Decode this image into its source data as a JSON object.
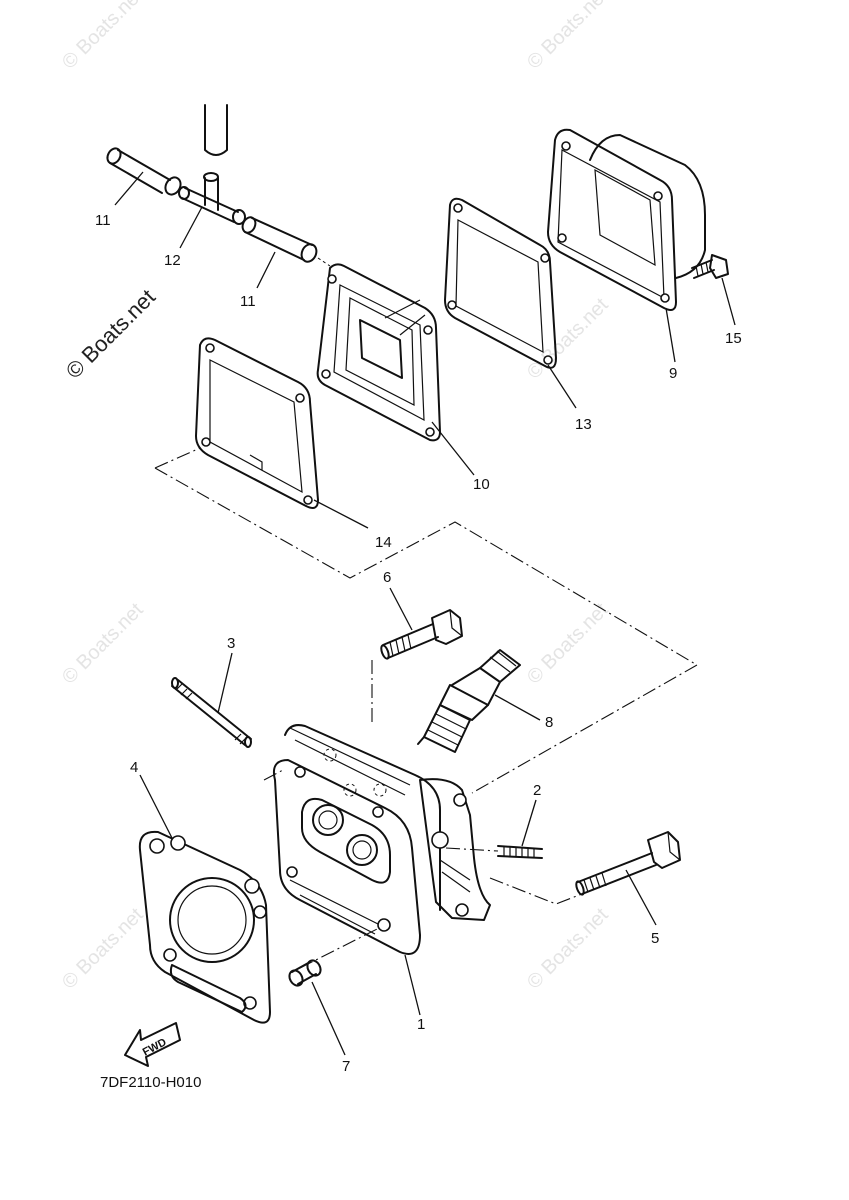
{
  "watermarks": {
    "text": "© Boats.net",
    "feature_text": "© Boats.net"
  },
  "diagram": {
    "code": "7DF2110-H010",
    "fwd_label": "FWD",
    "callouts": {
      "c1": "1",
      "c2": "2",
      "c3": "3",
      "c4": "4",
      "c5": "5",
      "c6": "6",
      "c7": "7",
      "c8": "8",
      "c9": "9",
      "c10": "10",
      "c11a": "11",
      "c11b": "11",
      "c12": "12",
      "c13": "13",
      "c14": "14",
      "c15": "15"
    }
  }
}
